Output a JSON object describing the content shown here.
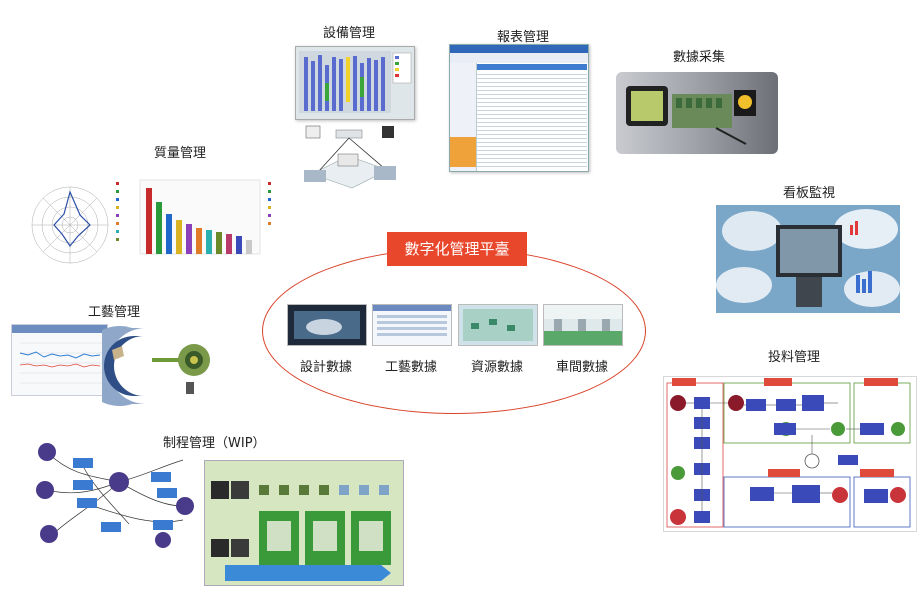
{
  "platform": {
    "title": "數字化管理平臺",
    "items": [
      "設計數據",
      "工藝數據",
      "資源數據",
      "車間數據"
    ]
  },
  "modules": {
    "equipment": "設備管理",
    "reports": "報表管理",
    "data_collection": "數據采集",
    "quality": "質量管理",
    "kanban": "看板監視",
    "process": "工藝管理",
    "material": "投料管理",
    "wip": "制程管理（WIP）"
  },
  "colors": {
    "accent": "#e8472b",
    "ellipse": "#d9432a"
  }
}
